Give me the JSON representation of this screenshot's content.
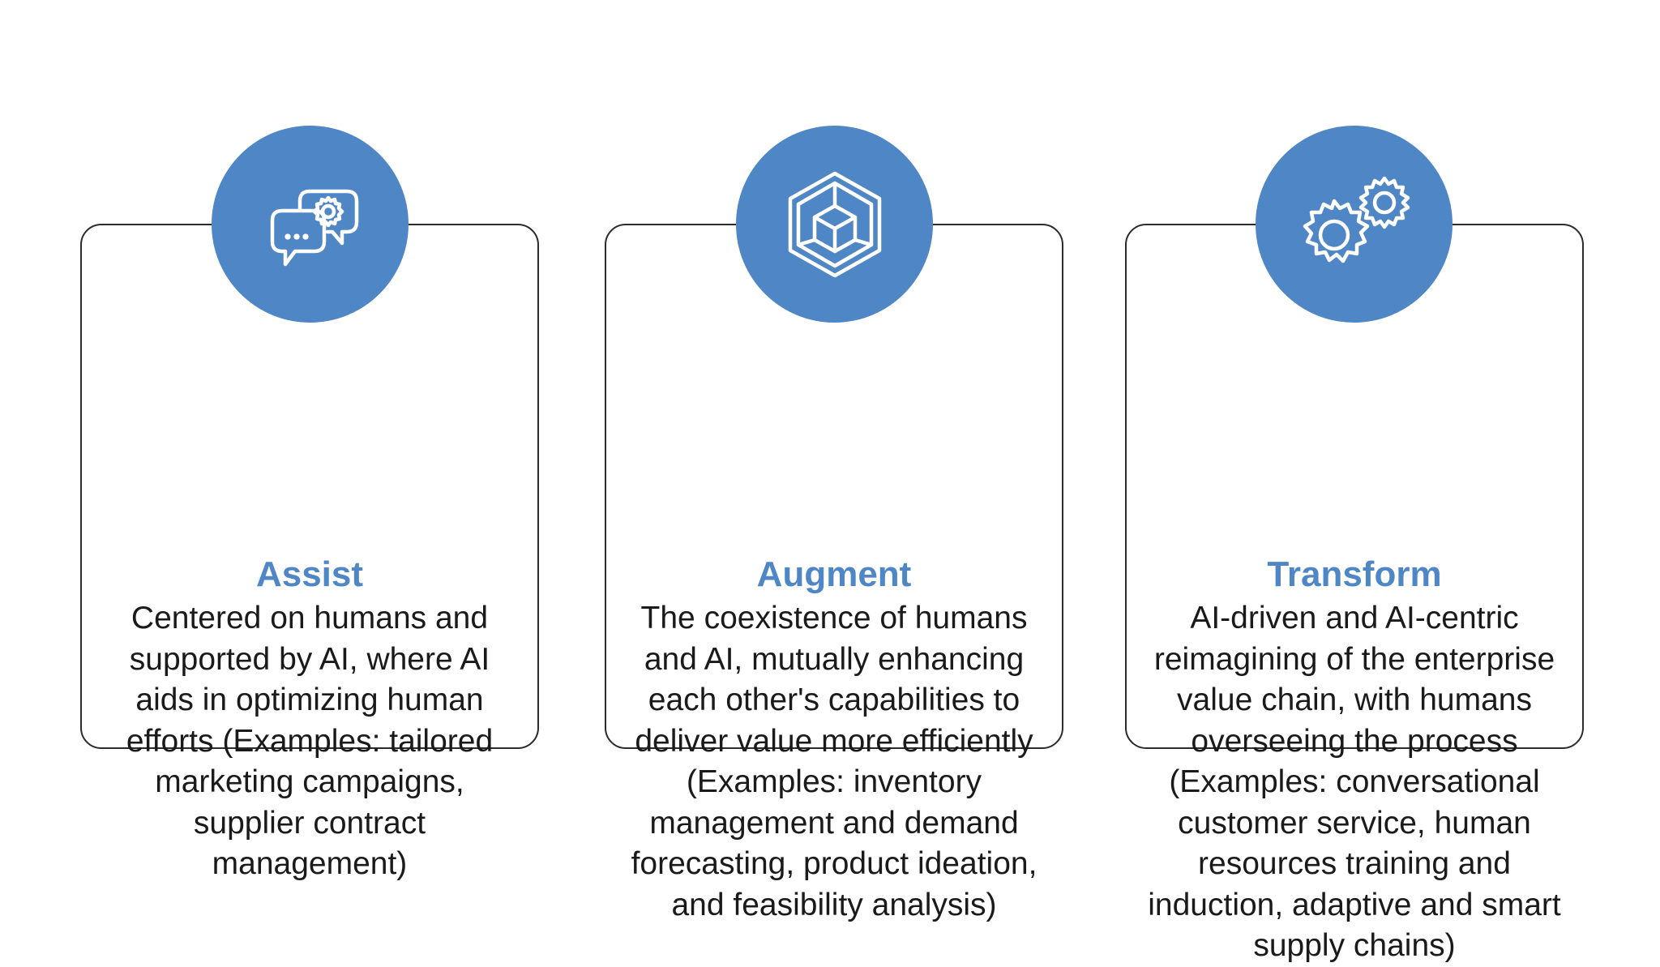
{
  "theme": {
    "accent": "#4f86c6",
    "border": "#2b2b2b",
    "text": "#1a1a1a"
  },
  "cards": [
    {
      "icon": "chat-gear-icon",
      "title": "Assist",
      "description": "Centered on humans and supported by AI, where AI aids in optimizing human efforts (Examples: tailored marketing campaigns, supplier contract management)"
    },
    {
      "icon": "cube-hexagon-icon",
      "title": "Augment",
      "description": "The coexistence of humans and AI, mutually enhancing each other's capabilities to deliver value more efficiently (Examples: inventory management and demand forecasting, product ideation, and feasibility analysis)"
    },
    {
      "icon": "gears-icon",
      "title": "Transform",
      "description": "AI-driven and AI-centric reimagining of the enterprise value chain, with humans overseeing the process (Examples: conversational customer service, human resources training and induction, adaptive and smart supply chains)"
    }
  ]
}
